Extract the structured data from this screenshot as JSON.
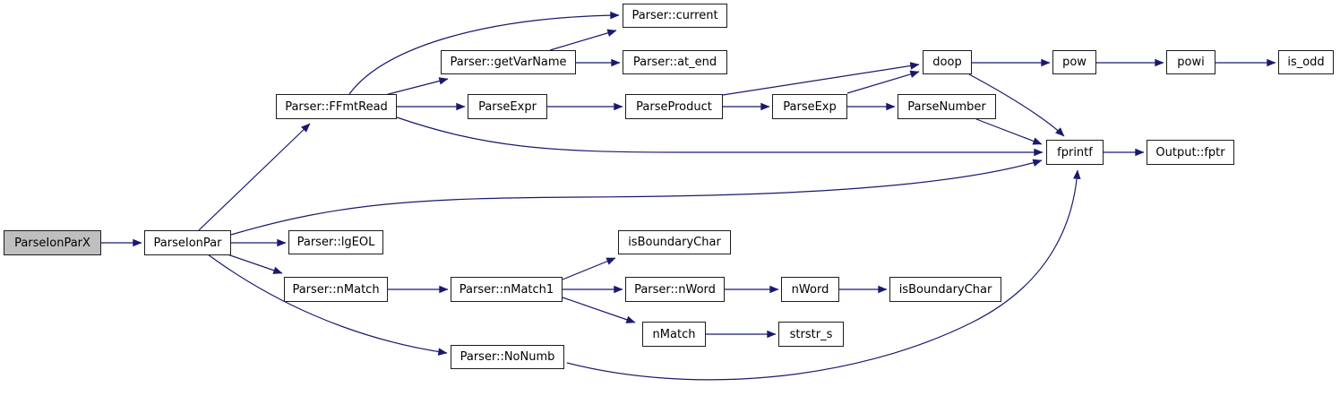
{
  "diagram": {
    "kind": "doxygen-call-graph",
    "background_color": "#ffffff",
    "edge_color": "#191970",
    "node_fill": "#ffffff",
    "node_border_color": "#1c1c1c",
    "root_node_fill": "#bfbfbf"
  },
  "nodes": [
    {
      "id": "parseionparx",
      "label": "ParseIonParX",
      "root": true
    },
    {
      "id": "parseionpar",
      "label": "ParseIonPar"
    },
    {
      "id": "parser-ffmtread",
      "label": "Parser::FFmtRead"
    },
    {
      "id": "parser-current",
      "label": "Parser::current"
    },
    {
      "id": "parser-getvarname",
      "label": "Parser::getVarName"
    },
    {
      "id": "parser-at-end",
      "label": "Parser::at_end"
    },
    {
      "id": "parseexpr",
      "label": "ParseExpr"
    },
    {
      "id": "parseproduct",
      "label": "ParseProduct"
    },
    {
      "id": "parseexp",
      "label": "ParseExp"
    },
    {
      "id": "parsenumber",
      "label": "ParseNumber"
    },
    {
      "id": "doop",
      "label": "doop"
    },
    {
      "id": "pow",
      "label": "pow"
    },
    {
      "id": "powi",
      "label": "powi"
    },
    {
      "id": "is-odd",
      "label": "is_odd"
    },
    {
      "id": "fprintf",
      "label": "fprintf"
    },
    {
      "id": "output-fptr",
      "label": "Output::fptr"
    },
    {
      "id": "parser-lgeol",
      "label": "Parser::lgEOL"
    },
    {
      "id": "parser-nmatch",
      "label": "Parser::nMatch"
    },
    {
      "id": "parser-nmatch1",
      "label": "Parser::nMatch1"
    },
    {
      "id": "isboundarychar-upper",
      "label": "isBoundaryChar"
    },
    {
      "id": "parser-nword",
      "label": "Parser::nWord"
    },
    {
      "id": "nword",
      "label": "nWord"
    },
    {
      "id": "isboundarychar-right",
      "label": "isBoundaryChar"
    },
    {
      "id": "nmatch",
      "label": "nMatch"
    },
    {
      "id": "strstr-s",
      "label": "strstr_s"
    },
    {
      "id": "parser-nonumb",
      "label": "Parser::NoNumb"
    }
  ],
  "edges": [
    {
      "from": "ParseIonParX",
      "to": "ParseIonPar"
    },
    {
      "from": "ParseIonPar",
      "to": "Parser::FFmtRead"
    },
    {
      "from": "ParseIonPar",
      "to": "fprintf"
    },
    {
      "from": "ParseIonPar",
      "to": "Parser::lgEOL"
    },
    {
      "from": "ParseIonPar",
      "to": "Parser::nMatch"
    },
    {
      "from": "ParseIonPar",
      "to": "Parser::NoNumb"
    },
    {
      "from": "Parser::FFmtRead",
      "to": "Parser::current"
    },
    {
      "from": "Parser::FFmtRead",
      "to": "Parser::getVarName"
    },
    {
      "from": "Parser::FFmtRead",
      "to": "ParseExpr"
    },
    {
      "from": "Parser::FFmtRead",
      "to": "fprintf"
    },
    {
      "from": "Parser::getVarName",
      "to": "Parser::current"
    },
    {
      "from": "Parser::getVarName",
      "to": "Parser::at_end"
    },
    {
      "from": "ParseExpr",
      "to": "ParseProduct"
    },
    {
      "from": "ParseProduct",
      "to": "doop"
    },
    {
      "from": "ParseProduct",
      "to": "ParseExp"
    },
    {
      "from": "ParseExp",
      "to": "doop"
    },
    {
      "from": "ParseExp",
      "to": "ParseNumber"
    },
    {
      "from": "ParseNumber",
      "to": "fprintf"
    },
    {
      "from": "doop",
      "to": "pow"
    },
    {
      "from": "doop",
      "to": "fprintf"
    },
    {
      "from": "pow",
      "to": "powi"
    },
    {
      "from": "powi",
      "to": "is_odd"
    },
    {
      "from": "fprintf",
      "to": "Output::fptr"
    },
    {
      "from": "Parser::nMatch",
      "to": "Parser::nMatch1"
    },
    {
      "from": "Parser::nMatch1",
      "to": "isBoundaryChar"
    },
    {
      "from": "Parser::nMatch1",
      "to": "Parser::nWord"
    },
    {
      "from": "Parser::nMatch1",
      "to": "nMatch"
    },
    {
      "from": "Parser::nWord",
      "to": "nWord"
    },
    {
      "from": "nWord",
      "to": "isBoundaryChar"
    },
    {
      "from": "nMatch",
      "to": "strstr_s"
    },
    {
      "from": "Parser::NoNumb",
      "to": "fprintf"
    }
  ]
}
